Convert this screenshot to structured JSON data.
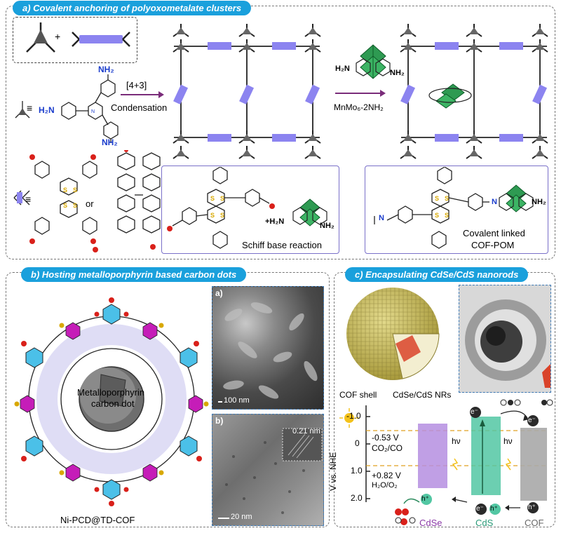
{
  "panel_a": {
    "title": "a) Covalent anchoring of polyoxometalate clusters",
    "plus": "+",
    "equiv": "≡",
    "nh2": "NH₂",
    "h2n": "H₂N",
    "or": "or",
    "step1": "[4+3]",
    "step1_sub": "Condensation",
    "step2": "MnMo₆-2NH₂",
    "reagent_left": "H₂N",
    "reagent_right": "NH₂",
    "box1_plus": "+H₂N",
    "box1_nh2": "NH₂",
    "box1_label": "Schiff base reaction",
    "box2_n": "N",
    "box2_nh2": "NH₂",
    "box2_label_1": "Covalent linked",
    "box2_label_2": "COF-POM"
  },
  "panel_b": {
    "title": "b) Hosting metalloporphyrin based carbon dots",
    "center_1": "Metalloporphyrin",
    "center_2": "carbon dot",
    "caption": "Ni-PCD@TD-COF",
    "img_a_tag": "a)",
    "img_a_scale": "100 nm",
    "img_b_tag": "b)",
    "img_b_scale": "20 nm",
    "img_b_lattice": "0.21 nm"
  },
  "panel_c": {
    "title": "c) Encapsulating CdSe/CdS nanorods",
    "shell_label": "COF shell",
    "nr_label": "CdSe/CdS NRs",
    "yaxis": "V vs. NHE",
    "ticks": [
      "-1.0",
      "0",
      "1.0",
      "2.0"
    ],
    "pot1": "-0.53 V",
    "pot1_sub": "CO₂/CO",
    "pot2": "+0.82 V",
    "pot2_sub": "H₂O/O₂",
    "hv": "hν",
    "e": "e⁻",
    "h": "h⁺",
    "mat1": "CdSe",
    "mat2": "CdS",
    "mat3": "COF",
    "colors": {
      "cdse": "#b58ee0",
      "cds": "#52c7a3",
      "cof": "#a9a9a9",
      "dash": "#e0a020"
    }
  }
}
